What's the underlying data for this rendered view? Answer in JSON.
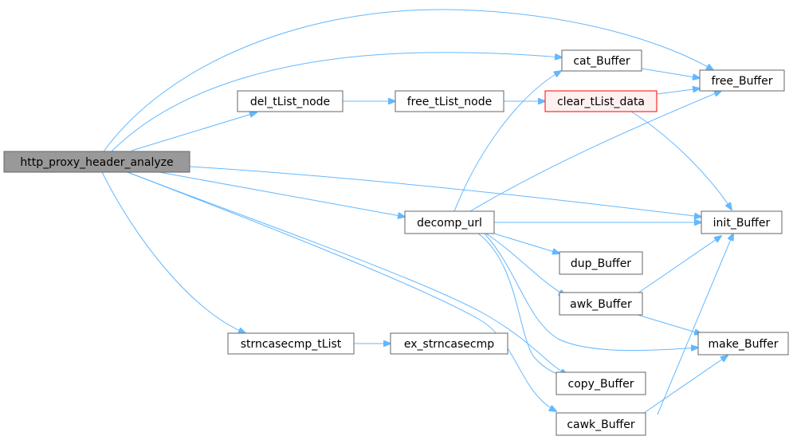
{
  "diagram": {
    "nodes": {
      "http_proxy_header_analyze": "http_proxy_header_analyze",
      "del_tList_node": "del_tList_node",
      "free_tList_node": "free_tList_node",
      "clear_tList_data": "clear_tList_data",
      "cat_Buffer": "cat_Buffer",
      "free_Buffer": "free_Buffer",
      "init_Buffer": "init_Buffer",
      "decomp_url": "decomp_url",
      "dup_Buffer": "dup_Buffer",
      "awk_Buffer": "awk_Buffer",
      "make_Buffer": "make_Buffer",
      "strncasecmp_tList": "strncasecmp_tList",
      "ex_strncasecmp": "ex_strncasecmp",
      "copy_Buffer": "copy_Buffer",
      "cawk_Buffer": "cawk_Buffer"
    },
    "edge_color": "#63b8ff",
    "root_fill": "#999999",
    "highlight_border": "#ff0000"
  }
}
